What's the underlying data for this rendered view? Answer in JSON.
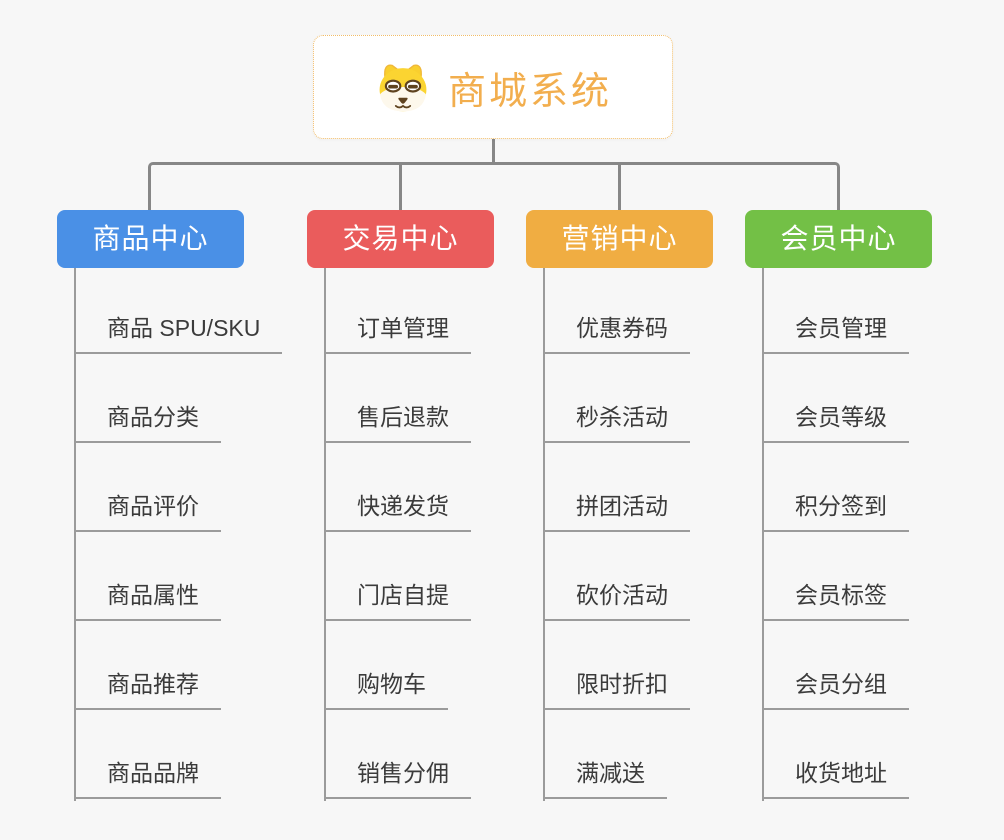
{
  "page": {
    "background_color": "#f7f7f7",
    "connector_color": "#878787",
    "leaf_line_color": "#9b9b9b",
    "leaf_text_color": "#3b3b3b"
  },
  "root": {
    "title": "商城系统",
    "icon": "dog-face-icon",
    "text_color": "#f2ae4e",
    "border_color": "#f2bd69",
    "background_color": "#ffffff"
  },
  "branches": [
    {
      "label": "商品中心",
      "color": "#4a90e6",
      "items": [
        "商品 SPU/SKU",
        "商品分类",
        "商品评价",
        "商品属性",
        "商品推荐",
        "商品品牌"
      ]
    },
    {
      "label": "交易中心",
      "color": "#ea5c5c",
      "items": [
        "订单管理",
        "售后退款",
        "快递发货",
        "门店自提",
        "购物车",
        "销售分佣"
      ]
    },
    {
      "label": "营销中心",
      "color": "#f0ad42",
      "items": [
        "优惠券码",
        "秒杀活动",
        "拼团活动",
        "砍价活动",
        "限时折扣",
        "满减送"
      ]
    },
    {
      "label": "会员中心",
      "color": "#73c046",
      "items": [
        "会员管理",
        "会员等级",
        "积分签到",
        "会员标签",
        "会员分组",
        "收货地址"
      ]
    }
  ]
}
